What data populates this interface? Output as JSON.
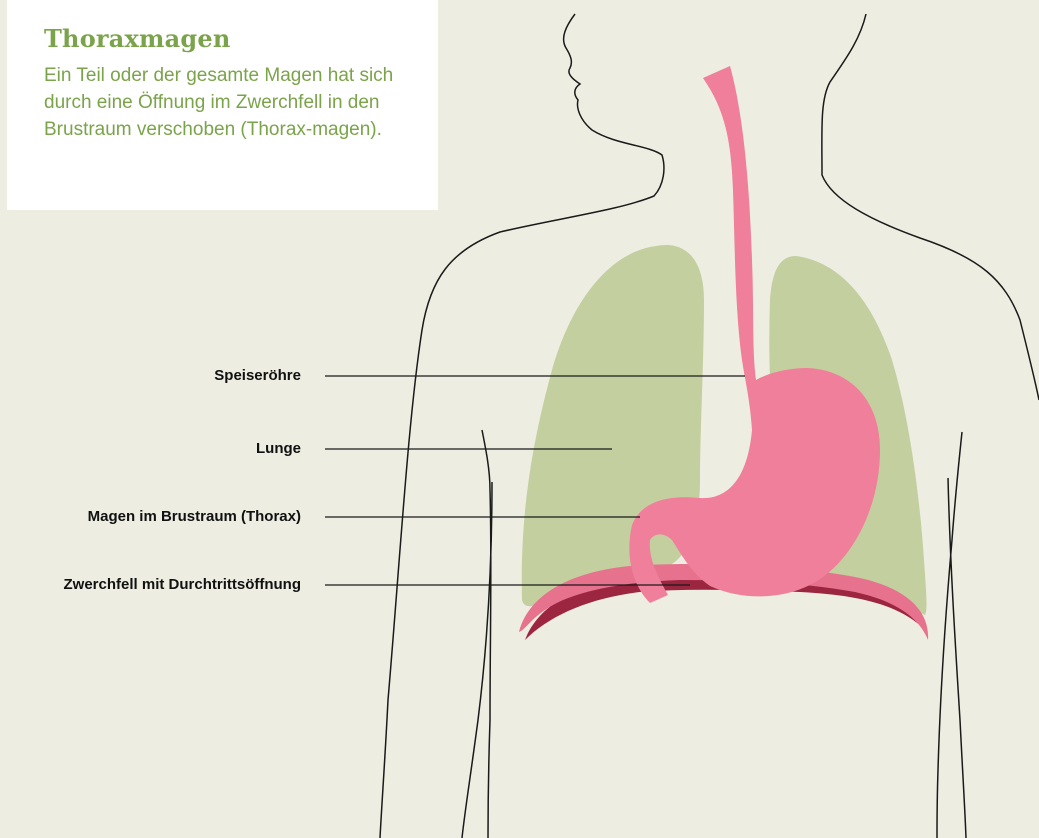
{
  "info": {
    "title": "Thoraxmagen",
    "text": "Ein Teil oder der gesamte Magen hat sich durch eine Öffnung im Zwerchfell in den Brustraum verschoben (Thorax-magen)."
  },
  "labels": {
    "speiseroehre": "Speiseröhre",
    "lunge": "Lunge",
    "magen": "Magen im Brustraum (Thorax)",
    "zwerchfell": "Zwerchfell mit Durchtrittsöffnung"
  },
  "colors": {
    "background": "#edede2",
    "lung": "#c3cf9f",
    "stomach": "#ef7f9a",
    "diaphragm_light": "#e6728e",
    "diaphragm_dark": "#9c2640",
    "title": "#7aa34a",
    "outline": "#1a1a1a"
  }
}
